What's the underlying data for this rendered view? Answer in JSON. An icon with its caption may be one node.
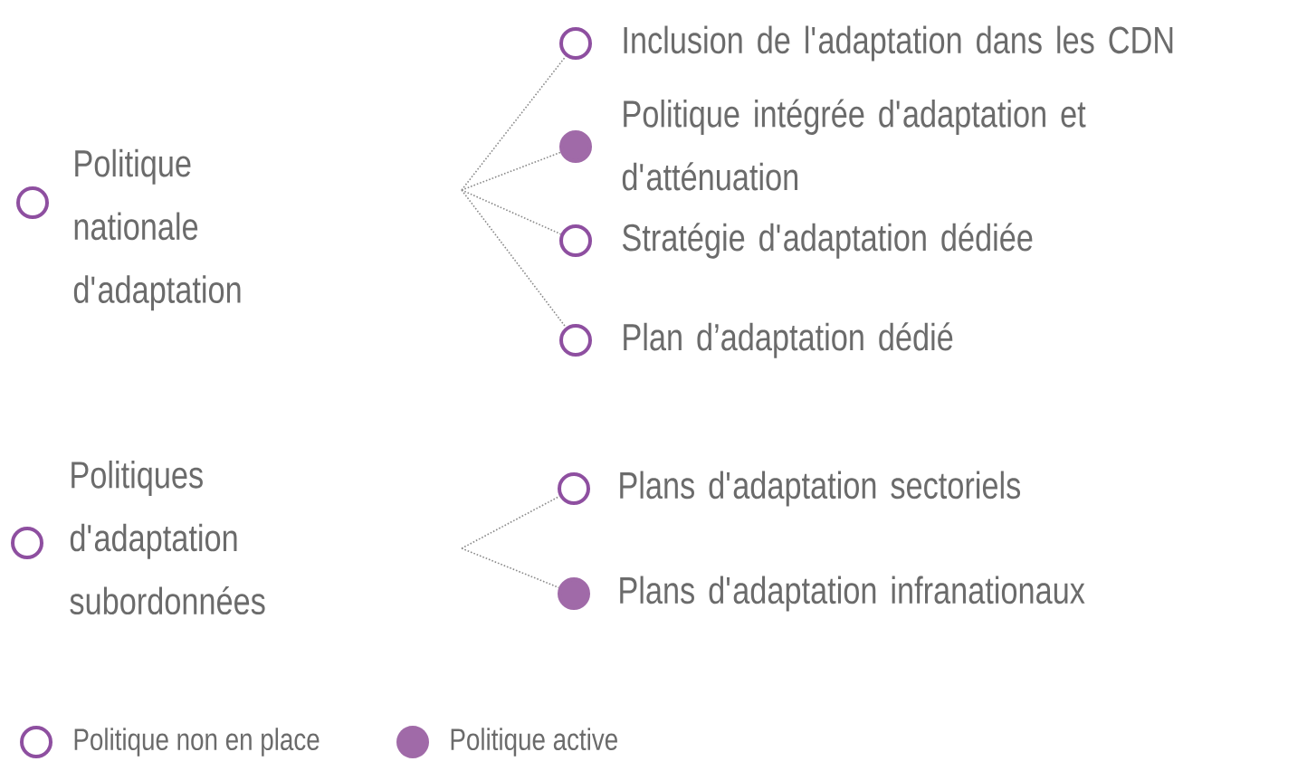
{
  "diagram": {
    "nodes": [
      {
        "text": [],
        "shape": "circle",
        "beside": [
          "Politique nationale d'adaptation"
        ]
      },
      {
        "text": [],
        "shape": "circle",
        "beside": [
          "Inclusion de l'adaptation dans les CDN"
        ]
      },
      {
        "text": [],
        "shape": "dot",
        "beside": [
          "Politique intégrée d'adaptation et d'atténuation"
        ]
      },
      {
        "text": [],
        "shape": "circle",
        "beside": [
          "Stratégie d'adaptation dédiée"
        ]
      },
      {
        "text": [],
        "shape": "circle",
        "beside": [
          "Plan d’adaptation dédié"
        ]
      },
      {
        "text": [],
        "shape": "circle",
        "beside": [
          "Politiques d'adaptation subordonnées"
        ]
      },
      {
        "text": [],
        "shape": "circle",
        "beside": [
          "Plans d'adaptation sectoriels"
        ]
      },
      {
        "text": [],
        "shape": "dot",
        "beside": [
          "Plans d'adaptation infranationaux"
        ]
      }
    ],
    "edges": [
      {
        "from": null,
        "to": 1,
        "arrow": "none",
        "style": "dashed"
      },
      {
        "from": null,
        "to": 2,
        "arrow": "none",
        "style": "dashed"
      },
      {
        "from": null,
        "to": 3,
        "arrow": "none",
        "style": "dashed"
      },
      {
        "from": null,
        "to": 4,
        "arrow": "none",
        "style": "dashed"
      },
      {
        "from": null,
        "to": 6,
        "arrow": "none",
        "style": "dashed"
      },
      {
        "from": null,
        "to": 7,
        "arrow": "none",
        "style": "dashed"
      }
    ],
    "legend": [
      {
        "text": "Politique non en place"
      },
      {
        "text": "Politique active",
        "color": "#a06aa8"
      }
    ]
  }
}
